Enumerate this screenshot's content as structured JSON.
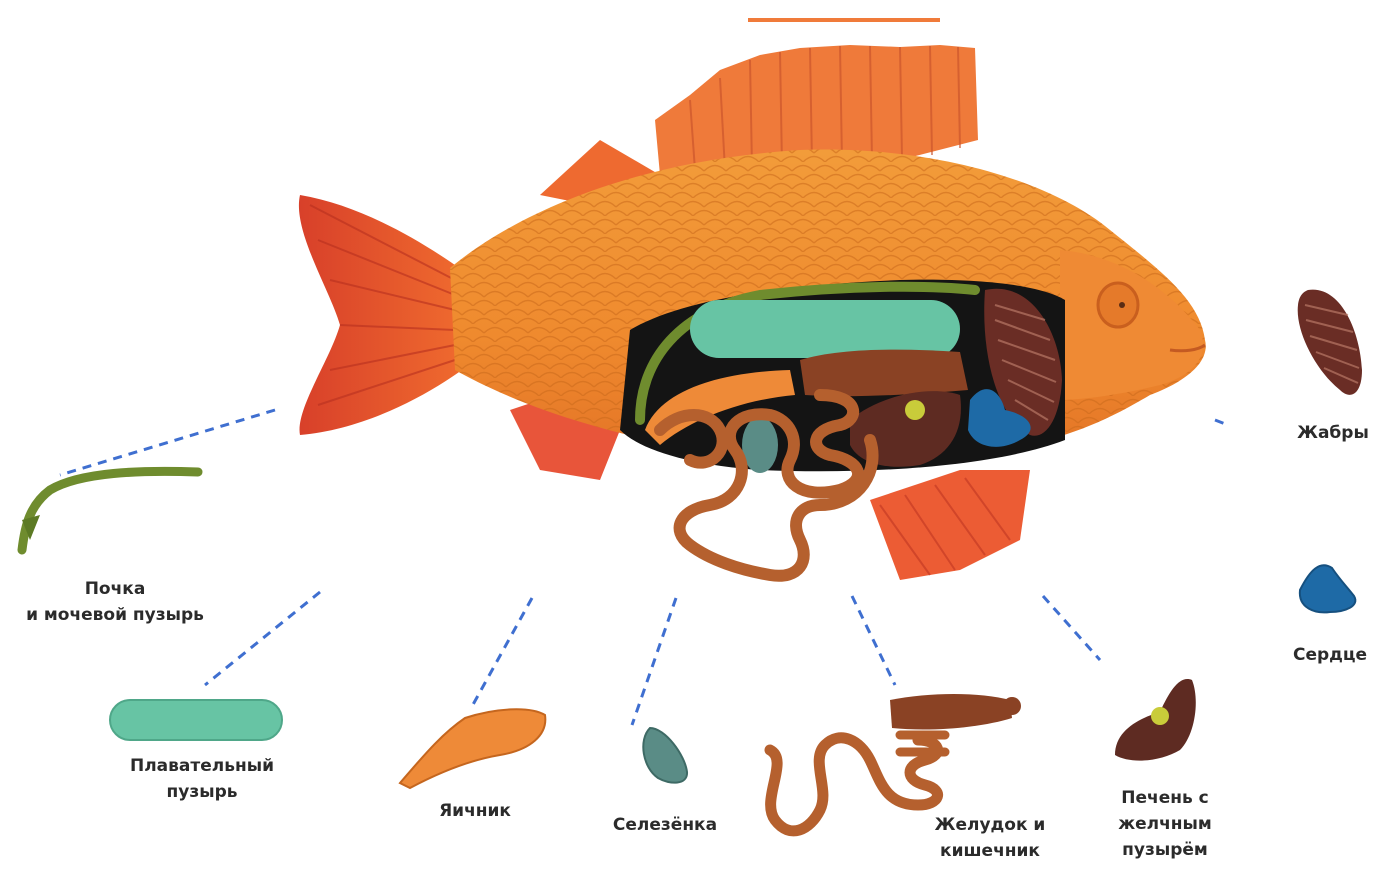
{
  "labels": {
    "kidney": [
      "Почка",
      "и мочевой пузырь"
    ],
    "swim_bladder": [
      "Плавательный",
      "пузырь"
    ],
    "ovary": [
      "Яичник"
    ],
    "spleen": [
      "Селезёнка"
    ],
    "stomach": [
      "Желудок и",
      "кишечник"
    ],
    "liver": [
      "Печень с",
      "желчным",
      "пузырём"
    ],
    "gills": [
      "Жабры"
    ],
    "heart": [
      "Сердце"
    ]
  },
  "colors": {
    "body": "#ef8a2e",
    "fins": "#e6542a",
    "swim_bladder": "#67c4a4",
    "kidney": "#6f8c2e",
    "ovary": "#ee8a38",
    "spleen": "#5a8c86",
    "intestine": "#b5602e",
    "liver": "#5e2b22",
    "gallbladder": "#c9cc3a",
    "gills": "#6a2d25",
    "heart": "#1e6aa6",
    "leader_line": "#3f6fd0"
  }
}
